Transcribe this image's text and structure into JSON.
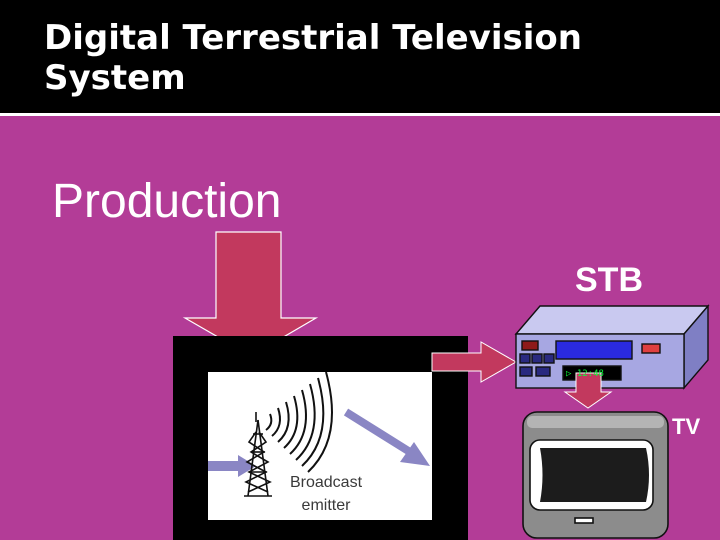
{
  "slide": {
    "title": "Digital Terrestrial Television System",
    "subtitle": "Production"
  },
  "diagram": {
    "stb_label": "STB",
    "tv_label": "TV",
    "emitter_label_line1": "Broadcast",
    "emitter_label_line2": "emitter",
    "stb_display_text": "▷ 12:48"
  },
  "colors": {
    "background": "#b33c97",
    "header": "#000000",
    "arrow_fill": "#c2395e",
    "signal_arrow": "#8a86c4",
    "stb_body": "#a7a7e2"
  }
}
